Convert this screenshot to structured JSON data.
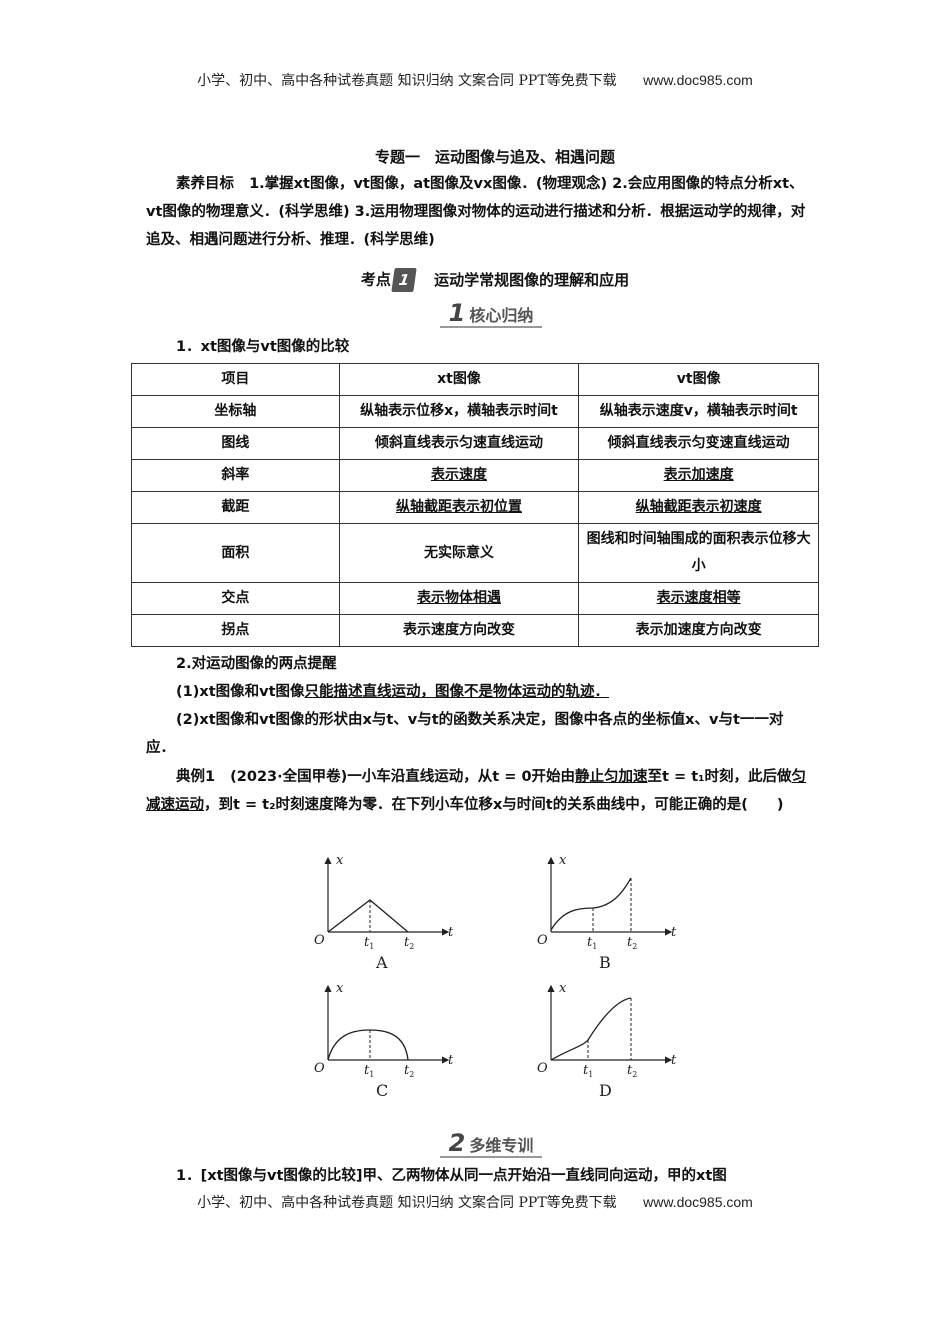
{
  "header": {
    "text": "小学、初中、高中各种试卷真题  知识归纳  文案合同  PPT等免费下载",
    "site": "www.doc985.com"
  },
  "footer": {
    "text": "小学、初中、高中各种试卷真题  知识归纳  文案合同  PPT等免费下载",
    "site": "www.doc985.com"
  },
  "title": "专题一　运动图像与追及、相遇问题",
  "goals": {
    "label": "素养目标",
    "text": "1.掌握xt图像，vt图像，at图像及vx图像．(物理观念) 2.会应用图像的特点分析xt、vt图像的物理意义．(科学思维) 3.运用物理图像对物体的运动进行描述和分析．根据运动学的规律，对追及、相遇问题进行分析、推理．(科学思维)"
  },
  "kaodian": {
    "prefix": "考点",
    "num": "1",
    "title": "运动学常规图像的理解和应用"
  },
  "section1": {
    "num": "1",
    "label": "核心归纳"
  },
  "section2": {
    "num": "2",
    "label": "多维专训"
  },
  "table_title": "1．xt图像与vt图像的比较",
  "table": {
    "headers": [
      "项目",
      "xt图像",
      "vt图像"
    ],
    "rows": [
      [
        "坐标轴",
        "纵轴表示位移x，横轴表示时间t",
        "纵轴表示速度v，横轴表示时间t"
      ],
      [
        "图线",
        "倾斜直线表示匀速直线运动",
        "倾斜直线表示匀变速直线运动"
      ],
      [
        "斜率",
        "表示速度",
        "表示加速度"
      ],
      [
        "截距",
        "纵轴截距表示初位置",
        "纵轴截距表示初速度"
      ],
      [
        "面积",
        "无实际意义",
        "图线和时间轴围成的面积表示位移大小"
      ],
      [
        "交点",
        "表示物体相遇",
        "表示速度相等"
      ],
      [
        "拐点",
        "表示速度方向改变",
        "表示加速度方向改变"
      ]
    ]
  },
  "reminders": {
    "title": "2.对运动图像的两点提醒",
    "p1_a": "(1)xt图像和vt图像",
    "p1_b": "只能描述直线运动，图像不是物体运动的轨迹．",
    "p2": "(2)xt图像和vt图像的形状由x与t、v与t的函数关系决定，图像中各点的坐标值x、v与t一一对应．"
  },
  "example": {
    "label": "典例1",
    "src": "(2023·全国甲卷)",
    "text1": "一小车沿直线运动，从t = 0开始由",
    "u1": "静止匀加速",
    "text2": "至t = t₁时刻，此后做",
    "u2": "匀减速运动",
    "text3": "，到t = t₂时刻速度降为零．在下列小车位移x与时间t的关系曲线中，可能正确的是(　　)"
  },
  "graphs": {
    "axis_y": "x",
    "axis_x": "t",
    "origin": "O",
    "t1": "t",
    "t2": "t",
    "sub1": "1",
    "sub2": "2",
    "labels": [
      "A",
      "B",
      "C",
      "D"
    ]
  },
  "training": {
    "text": "1．[xt图像与vt图像的比较]甲、乙两物体从同一点开始沿一直线同向运动，甲的xt图"
  }
}
